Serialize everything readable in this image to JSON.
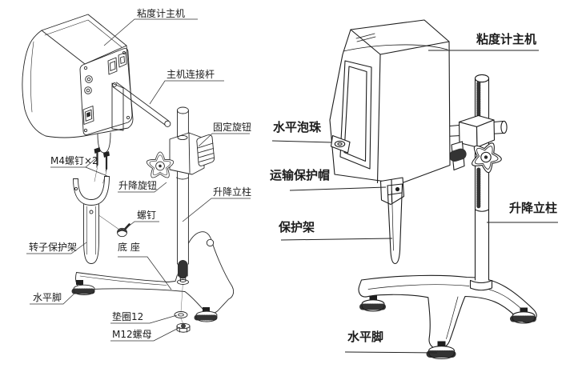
{
  "page": {
    "background": "#ffffff",
    "ink": "#222222"
  },
  "left_diagram": {
    "labels": [
      {
        "text": "粘度计主机"
      },
      {
        "text": "主机连接杆"
      },
      {
        "text": "固定旋钮"
      },
      {
        "text": "M4螺钉×2"
      },
      {
        "text": "升降旋钮"
      },
      {
        "text": "升降立柱"
      },
      {
        "text": "螺钉"
      },
      {
        "text": "转子保护架"
      },
      {
        "text": "底 座"
      },
      {
        "text": "水平脚"
      },
      {
        "text": "垫圈12"
      },
      {
        "text": "M12螺母"
      }
    ]
  },
  "right_diagram": {
    "labels": [
      {
        "text": "粘度计主机"
      },
      {
        "text": "水平泡珠"
      },
      {
        "text": "运输保护帽"
      },
      {
        "text": "保护架"
      },
      {
        "text": "升降立柱"
      },
      {
        "text": "水平脚"
      }
    ]
  }
}
